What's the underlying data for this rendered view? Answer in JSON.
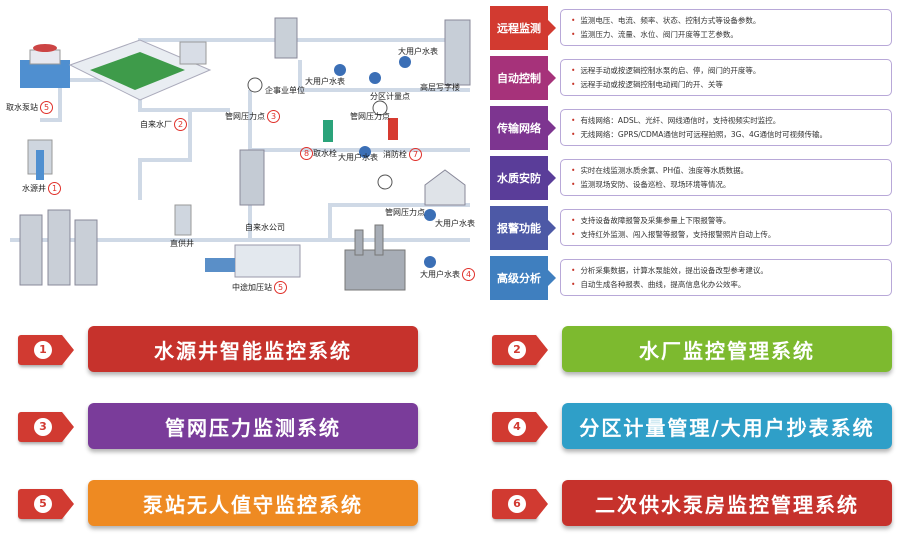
{
  "diagram": {
    "labels": {
      "intake": "取水泵站",
      "intake_num": "5",
      "source_well": "水源井",
      "source_well_num": "1",
      "water_plant": "自来水厂",
      "water_plant_num": "2",
      "enterprise": "企事业单位",
      "big_user_meter_1": "大用户水表",
      "big_user_meter_2": "大用户水表",
      "big_user_meter_3": "大用户水表",
      "big_user_meter_4": "大用户水表",
      "big_user_meter_5": "大用户水表",
      "big_user_meter_4_num": "4",
      "zone_meter": "分区计量点",
      "high_rise": "高层写字楼",
      "pipe_pressure_1": "管网压力点",
      "pipe_pressure_1_num": "3",
      "pipe_pressure_2": "管网压力点",
      "pipe_pressure_3": "管网压力点",
      "hydrant_num": "8",
      "hydrant": "取水栓",
      "fire_hydrant": "消防栓",
      "fire_hydrant_num": "7",
      "water_company": "自来水公司",
      "direct_well": "直供井",
      "booster": "中途加压站",
      "booster_num": "5"
    }
  },
  "features": [
    {
      "tag": "远程监测",
      "color": "#d23a30",
      "lines": [
        "监测电压、电流、频率、状态、控制方式等设备参数。",
        "监测压力、流量、水位、阀门开度等工艺参数。"
      ]
    },
    {
      "tag": "自动控制",
      "color": "#a6327a",
      "lines": [
        "远程手动或按逻辑控制水泵的启、停，阀门的开度等。",
        "远程手动或按逻辑控制电动阀门的开、关等"
      ]
    },
    {
      "tag": "传输网络",
      "color": "#7d3590",
      "lines": [
        "有线网络：ADSL、光纤、网线通信时，支持视频实时监控。",
        "无线网络：GPRS/CDMA通信时可远程拍照，3G、4G通信时可视频传输。"
      ]
    },
    {
      "tag": "水质安防",
      "color": "#5a3d99",
      "lines": [
        "实时在线监测水质余氯、PH值、浊度等水质数据。",
        "监测现场安防、设备巡检、现场环境等情况。"
      ]
    },
    {
      "tag": "报警功能",
      "color": "#4d59a6",
      "lines": [
        "支持设备故障报警及采集参量上下限报警等。",
        "支持红外监测、闯入报警等报警，支持报警照片自动上传。"
      ]
    },
    {
      "tag": "高级分析",
      "color": "#3f7fbf",
      "lines": [
        "分析采集数据，计算水泵能效，提出设备改型参考建议。",
        "自动生成各种报表、曲线，提高信息化办公效率。"
      ]
    }
  ],
  "systems": [
    {
      "num": "1",
      "label": "水源井智能监控系统",
      "color": "#c6322c"
    },
    {
      "num": "2",
      "label": "水厂监控管理系统",
      "color": "#7dba2f"
    },
    {
      "num": "3",
      "label": "管网压力监测系统",
      "color": "#7a3c9a"
    },
    {
      "num": "4",
      "label": "分区计量管理/大用户抄表系统",
      "color": "#2f9fc8"
    },
    {
      "num": "5",
      "label": "泵站无人值守监控系统",
      "color": "#ee8a22"
    },
    {
      "num": "6",
      "label": "二次供水泵房监控管理系统",
      "color": "#c6322c"
    }
  ]
}
